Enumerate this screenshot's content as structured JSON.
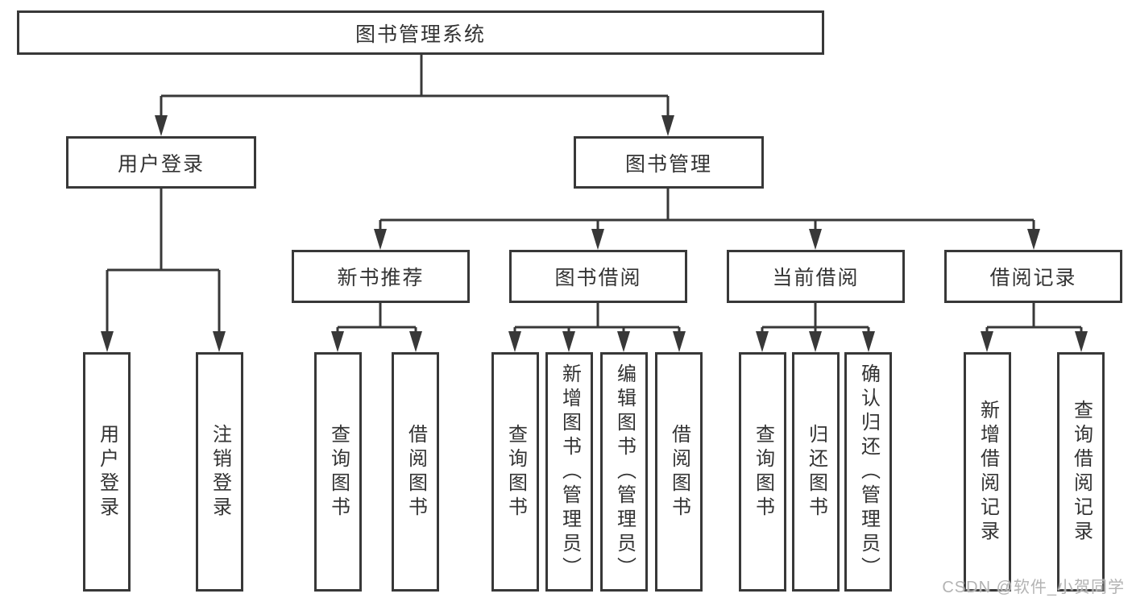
{
  "tree": {
    "label": "图书管理系统",
    "children": [
      {
        "label": "用户登录",
        "children": [
          {
            "label": "用户登录"
          },
          {
            "label": "注销登录"
          }
        ]
      },
      {
        "label": "图书管理",
        "children": [
          {
            "label": "新书推荐",
            "children": [
              {
                "label": "查询图书"
              },
              {
                "label": "借阅图书"
              }
            ]
          },
          {
            "label": "图书借阅",
            "children": [
              {
                "label": "查询图书"
              },
              {
                "label": "新增图书（管理员）"
              },
              {
                "label": "编辑图书（管理员）"
              },
              {
                "label": "借阅图书"
              }
            ]
          },
          {
            "label": "当前借阅",
            "children": [
              {
                "label": "查询图书"
              },
              {
                "label": "归还图书"
              },
              {
                "label": "确认归还（管理员）"
              }
            ]
          },
          {
            "label": "借阅记录",
            "children": [
              {
                "label": "新增借阅记录"
              },
              {
                "label": "查询借阅记录"
              }
            ]
          }
        ]
      }
    ]
  },
  "watermark": "CSDN @软件_小贺同学",
  "colors": {
    "line": "#383838",
    "text": "#333333",
    "watermark": "#b3b3b3",
    "background": "#ffffff"
  }
}
